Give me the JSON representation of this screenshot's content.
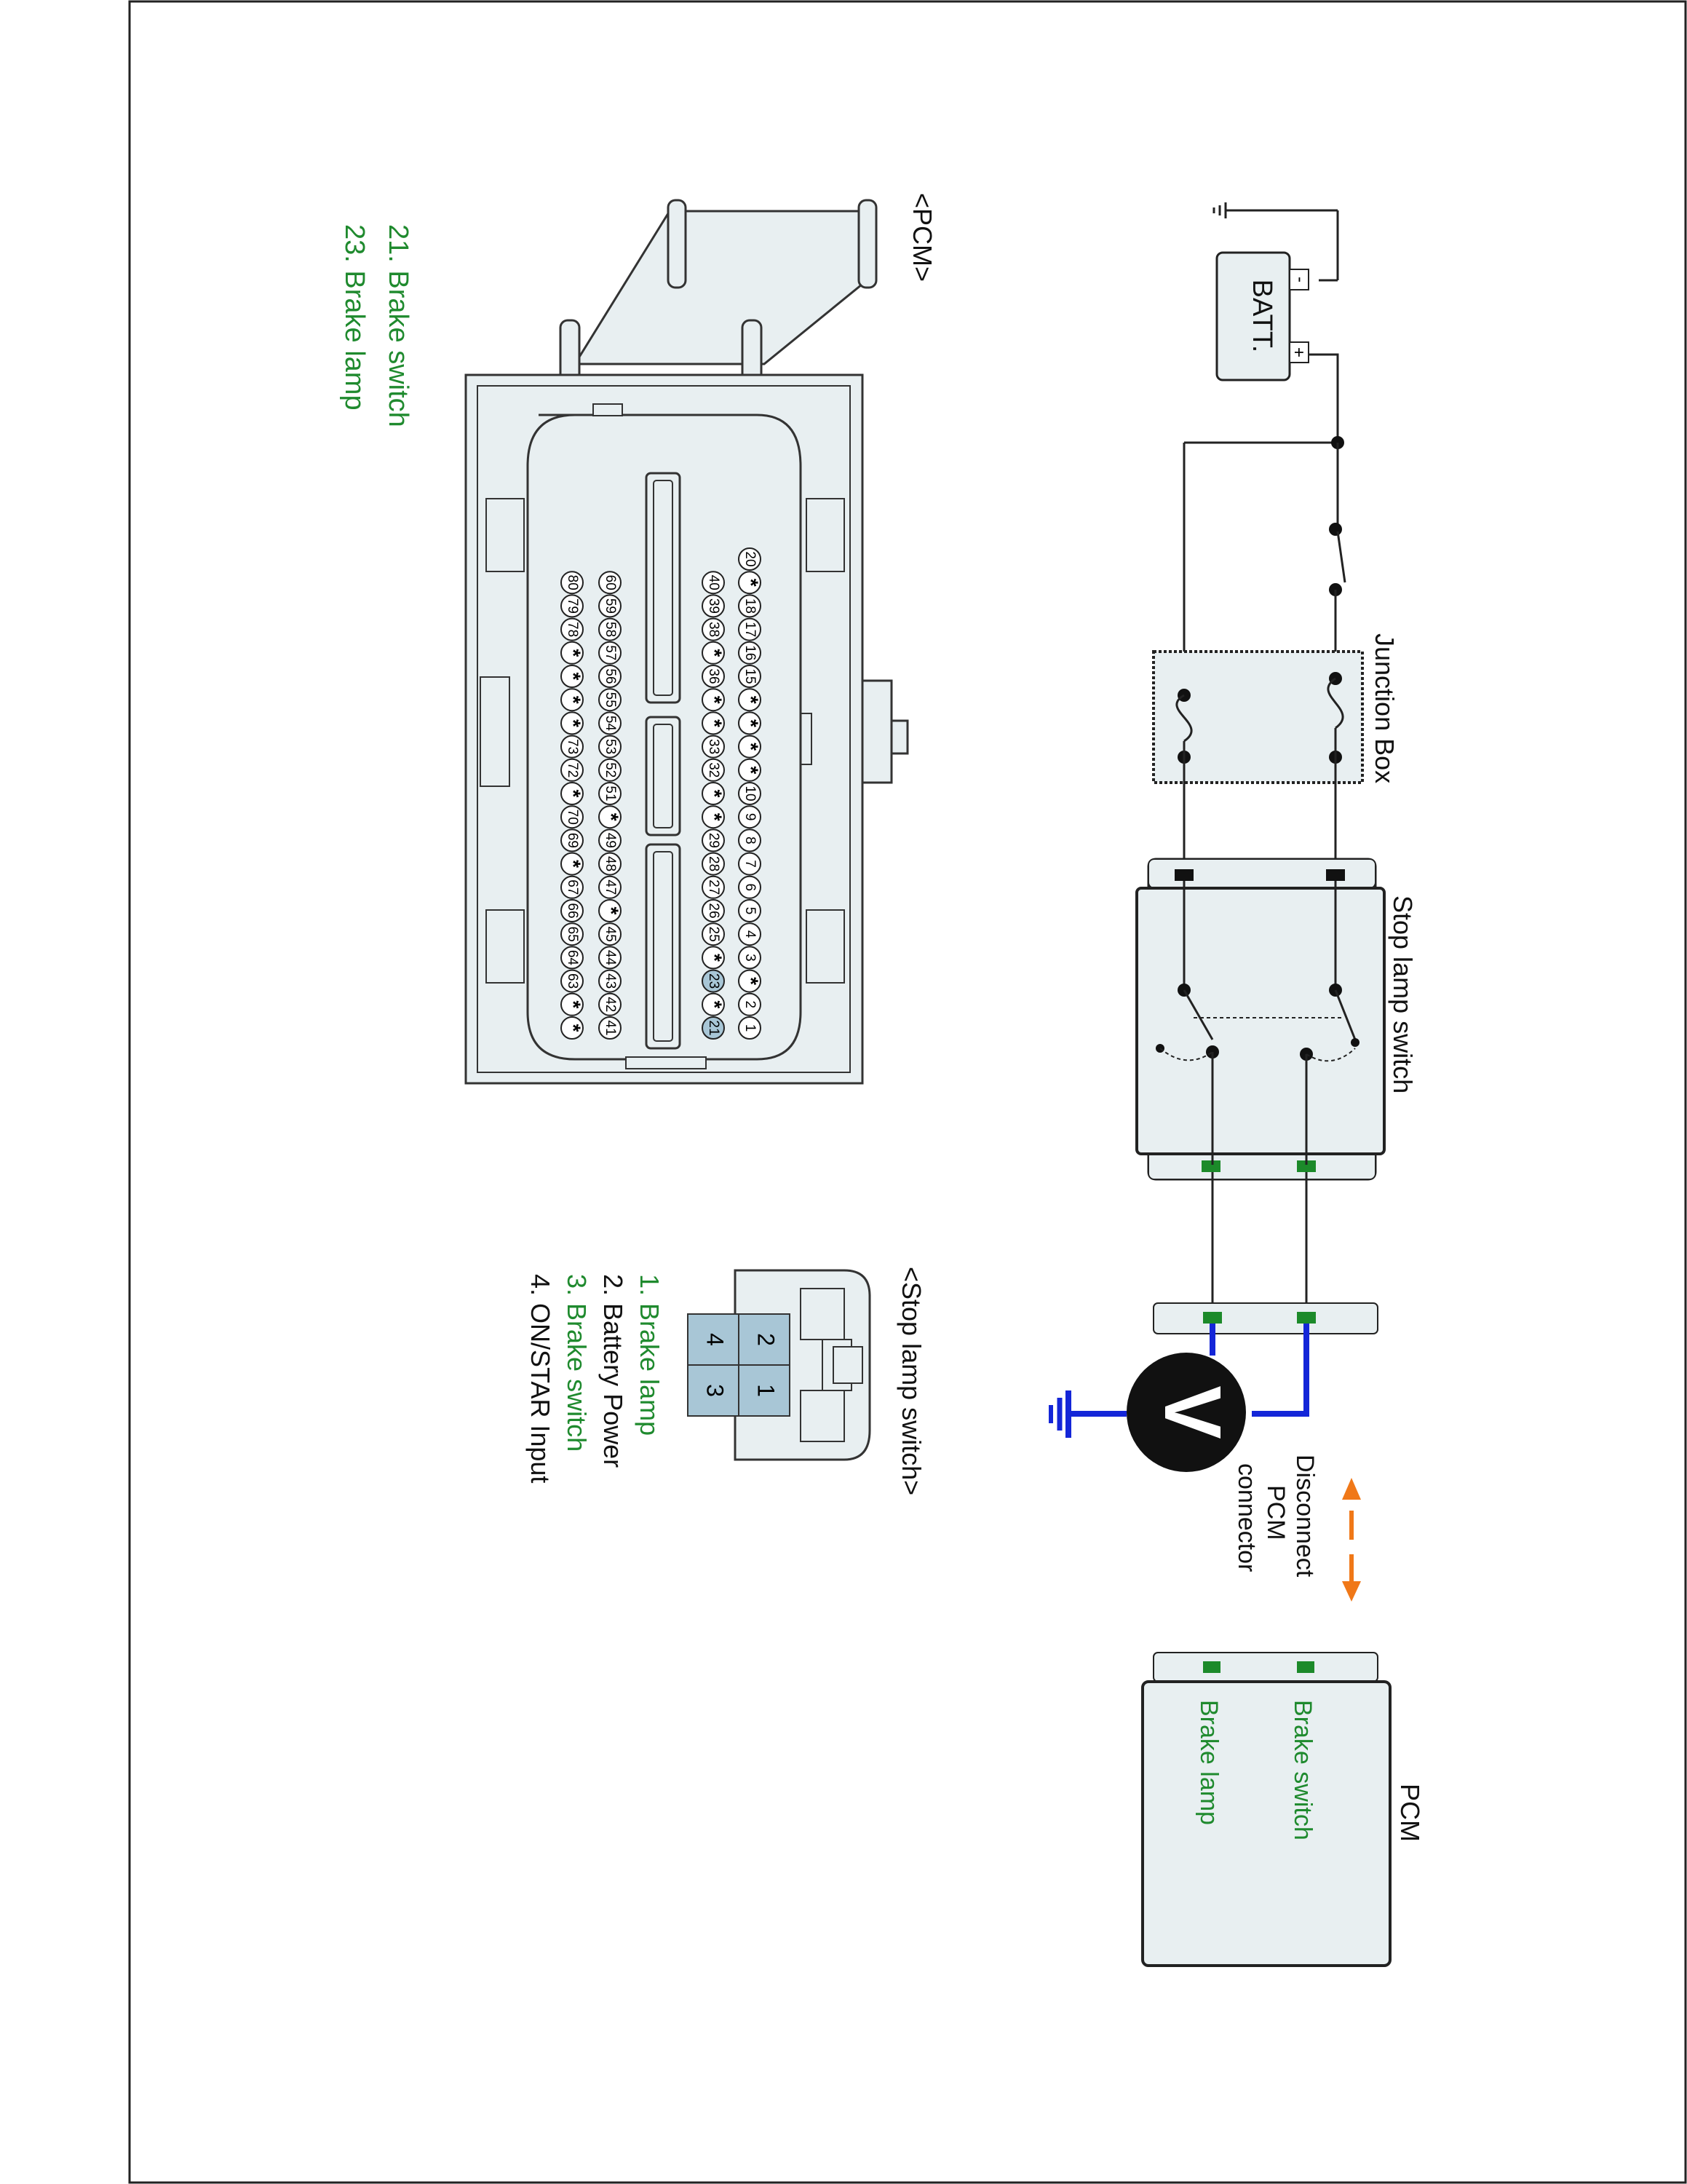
{
  "colors": {
    "accent_green": "#1f8a2e",
    "highlight_pin": "#a8c6d6",
    "connector_fill": "#e8eff1",
    "probe_wire": "#1426d8",
    "arrow": "#f07818"
  },
  "circuit": {
    "battery_label": "BATT.",
    "battery_minus": "-",
    "battery_plus": "+",
    "junction_box_label": "Junction Box",
    "stop_lamp_switch_label": "Stop lamp switch",
    "voltmeter_label": "V",
    "disconnect_label_1": "Disconnect",
    "disconnect_label_2": "PCM",
    "disconnect_label_3": "connector",
    "pcm_label": "PCM",
    "pcm_pin_brake_switch": "Brake switch",
    "pcm_pin_brake_lamp": "Brake lamp"
  },
  "pcm_connector": {
    "title": "<PCM>",
    "legend": [
      {
        "text": "21. Brake switch",
        "color": "green"
      },
      {
        "text": "23. Brake lamp",
        "color": "green"
      }
    ],
    "highlighted_pins": [
      "21",
      "23"
    ],
    "rows": [
      [
        "1",
        "2",
        "*",
        "3",
        "4",
        "5",
        "6",
        "7",
        "8",
        "9",
        "10",
        "*",
        "*",
        "*",
        "*",
        "15",
        "16",
        "17",
        "18",
        "*",
        "20"
      ],
      [
        "21",
        "*",
        "23",
        "*",
        "25",
        "26",
        "27",
        "28",
        "29",
        "*",
        "*",
        "32",
        "33",
        "*",
        "*",
        "36",
        "*",
        "38",
        "39",
        "40"
      ],
      [
        "41",
        "42",
        "43",
        "44",
        "45",
        "*",
        "47",
        "48",
        "49",
        "*",
        "51",
        "52",
        "53",
        "54",
        "55",
        "56",
        "57",
        "58",
        "59",
        "60"
      ],
      [
        "*",
        "*",
        "63",
        "64",
        "65",
        "66",
        "67",
        "*",
        "69",
        "70",
        "*",
        "72",
        "73",
        "*",
        "*",
        "*",
        "*",
        "78",
        "79",
        "80"
      ]
    ]
  },
  "stop_lamp_connector": {
    "title": "<Stop lamp switch>",
    "cells": [
      "1",
      "2",
      "3",
      "4"
    ],
    "legend": [
      {
        "text": "1. Brake lamp",
        "color": "green"
      },
      {
        "text": "2. Battery Power",
        "color": "black"
      },
      {
        "text": "3. Brake switch",
        "color": "green"
      },
      {
        "text": "4. ON/STAR Input",
        "color": "black"
      }
    ]
  }
}
